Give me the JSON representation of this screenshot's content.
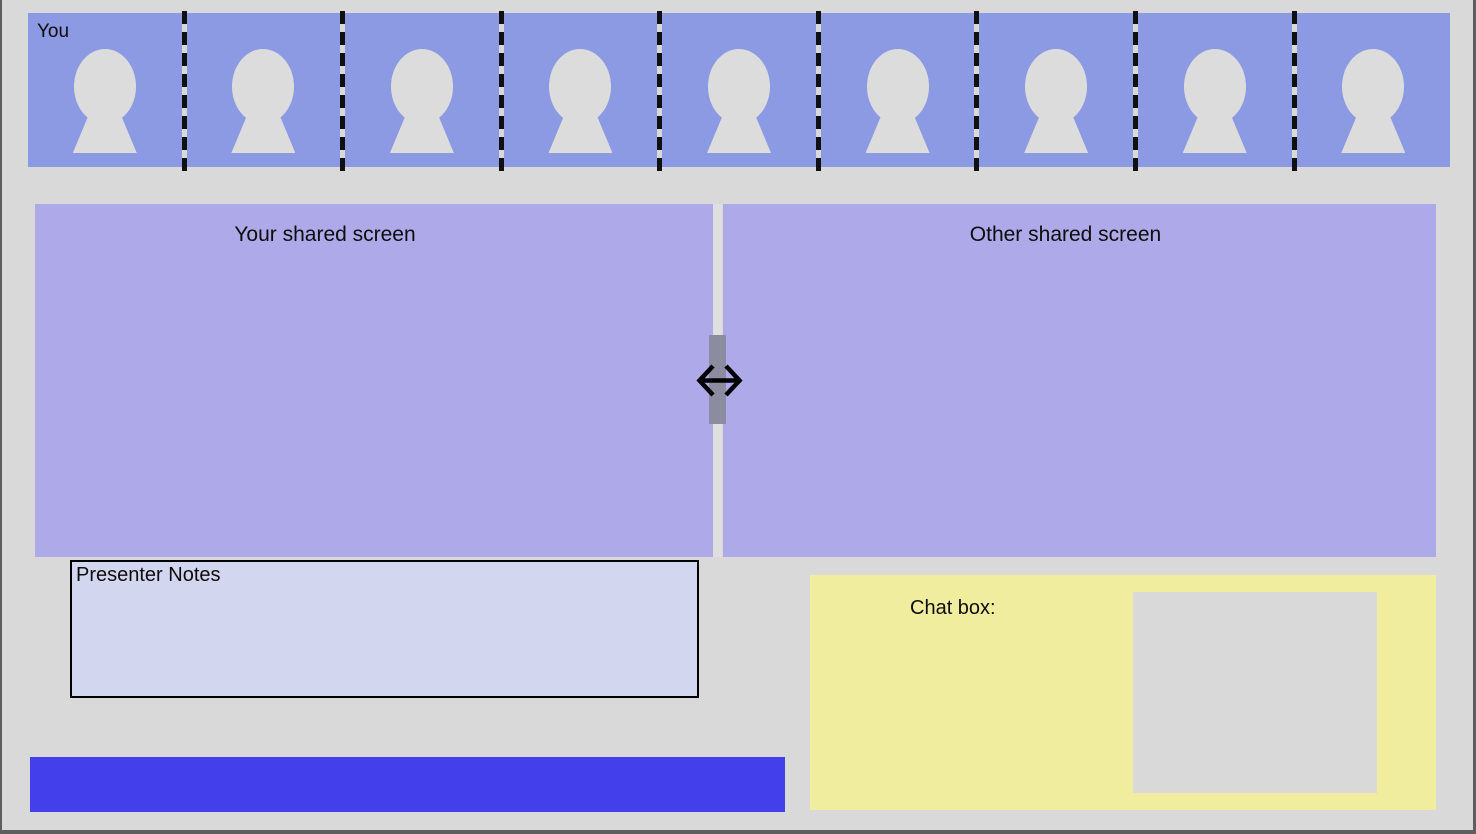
{
  "colors": {
    "bg": "#d9d9d9",
    "tile_blue": "#8b9ae3",
    "panel_purple": "#aea9e8",
    "notes_fill": "#d3d6ef",
    "chat_yellow": "#f0ed9f",
    "bar_blue": "#4340eb",
    "avatar_gray": "#dcdcdc",
    "handle_gray": "#8c8ca0",
    "divider_line": "#dfdfdf",
    "message_gray": "#d9d9d9",
    "border_dark": "#5e5e5e",
    "ink": "#0d0d0d"
  },
  "participants": {
    "tiles": [
      {
        "label": "You",
        "icon": "person-avatar-icon"
      },
      {
        "label": "",
        "icon": "person-avatar-icon"
      },
      {
        "label": "",
        "icon": "person-avatar-icon"
      },
      {
        "label": "",
        "icon": "person-avatar-icon"
      },
      {
        "label": "",
        "icon": "person-avatar-icon"
      },
      {
        "label": "",
        "icon": "person-avatar-icon"
      },
      {
        "label": "",
        "icon": "person-avatar-icon"
      },
      {
        "label": "",
        "icon": "person-avatar-icon"
      },
      {
        "label": "",
        "icon": "person-avatar-icon"
      }
    ]
  },
  "shared_screens": {
    "left_title": "Your shared screen",
    "right_title": "Other shared screen",
    "divider_icon": "horizontal-resize-arrow-icon"
  },
  "presenter_notes": {
    "label": "Presenter Notes"
  },
  "chat": {
    "label": "Chat box:"
  },
  "bottom_bar": {
    "label": ""
  }
}
